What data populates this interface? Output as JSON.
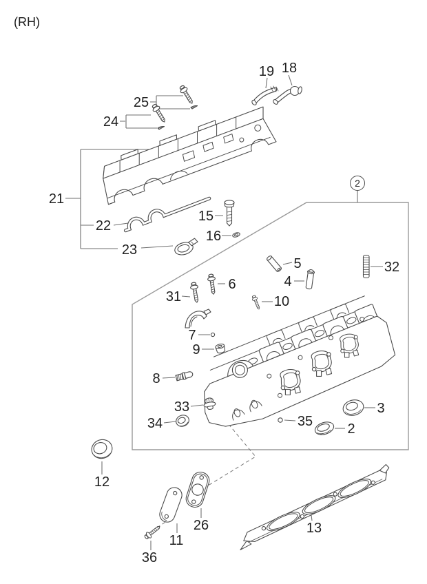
{
  "view_label": "(RH)",
  "colors": {
    "ink": "#4a4a4a",
    "leader": "#6e6e6e",
    "group_box": "#9a9a9a",
    "text": "#1f1f1f",
    "background": "#ffffff"
  },
  "callouts": {
    "c2_group": "2",
    "c2": "2",
    "c3": "3",
    "c4": "4",
    "c5": "5",
    "c6": "6",
    "c7": "7",
    "c8": "8",
    "c9": "9",
    "c10": "10",
    "c11": "11",
    "c12": "12",
    "c13": "13",
    "c15": "15",
    "c16": "16",
    "c18": "18",
    "c19": "19",
    "c21": "21",
    "c22": "22",
    "c23": "23",
    "c24": "24",
    "c25": "25",
    "c26": "26",
    "c31": "31",
    "c32": "32",
    "c33": "33",
    "c34": "34",
    "c35": "35",
    "c36": "36"
  }
}
